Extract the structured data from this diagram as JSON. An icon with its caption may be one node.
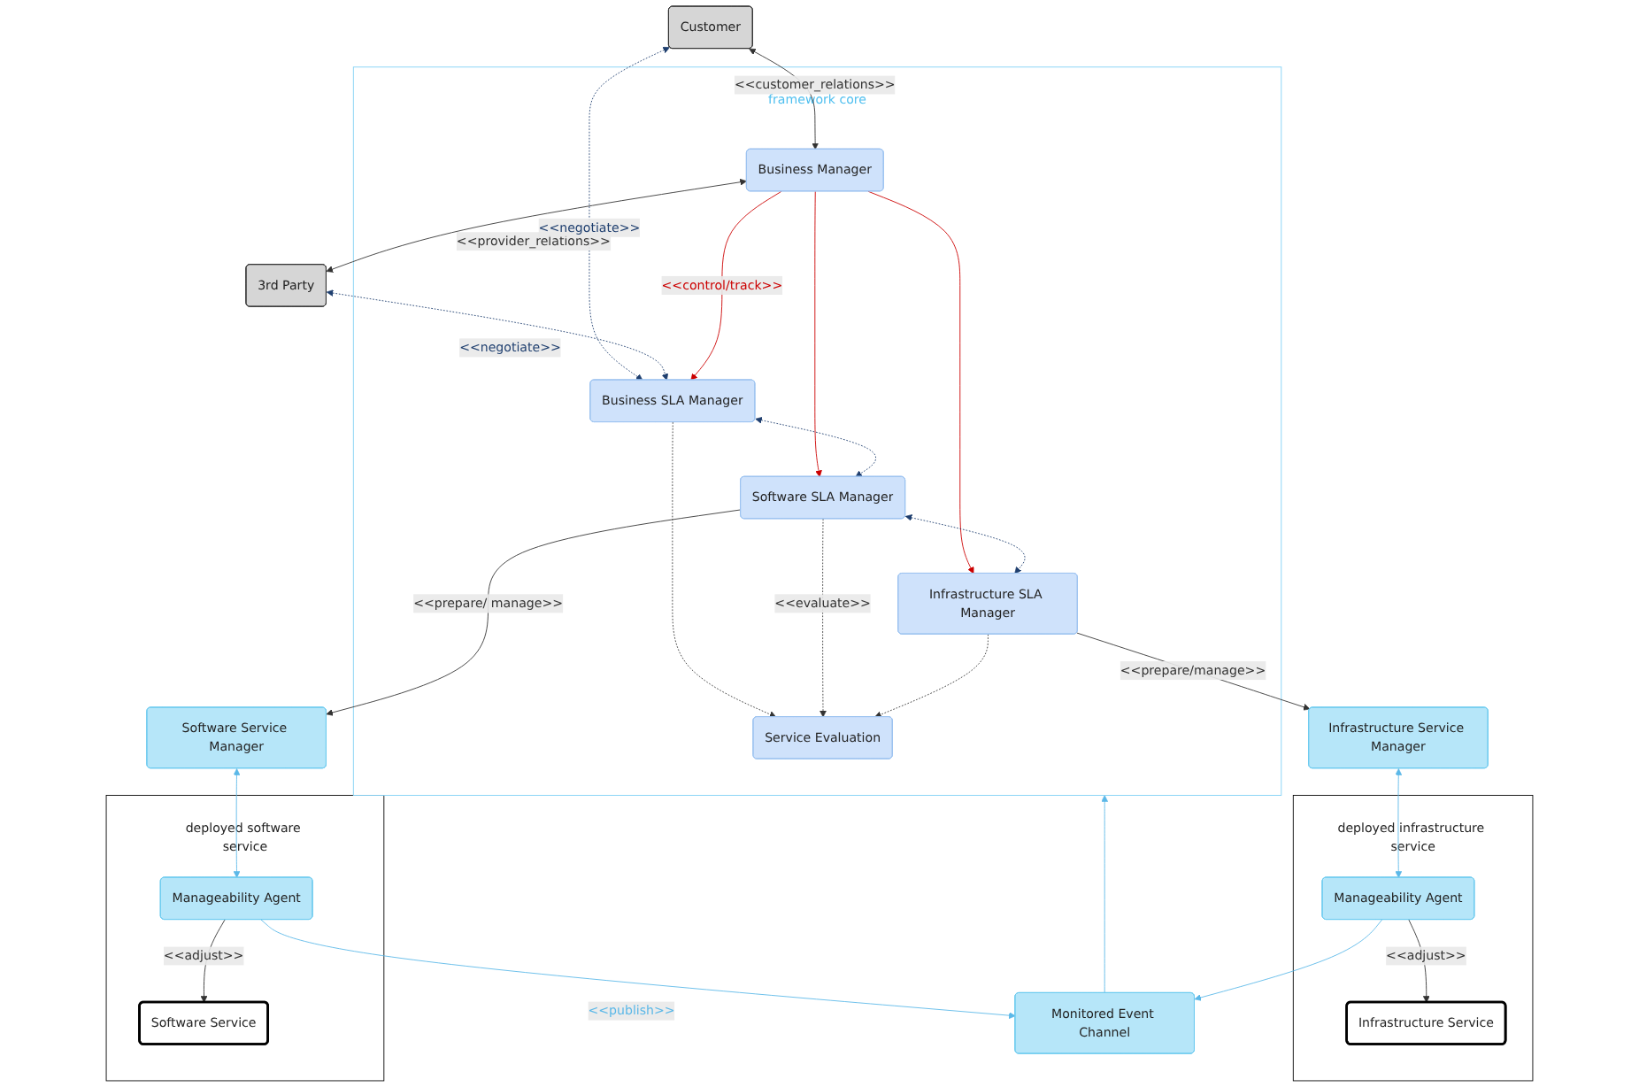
{
  "diagram": {
    "nodes": [
      {
        "text": [
          "framework core"
        ]
      },
      {
        "text": [
          "Customer"
        ]
      },
      {
        "text": [
          "Business Manager"
        ],
        "in": 0
      },
      {
        "text": [
          "3rd Party"
        ]
      },
      {
        "text": [
          "Business SLA Manager"
        ],
        "in": 0
      },
      {
        "text": [
          "Software SLA Manager"
        ],
        "in": 0
      },
      {
        "text": [
          "Service Evaluation"
        ],
        "in": 0
      },
      {
        "text": [
          "Infrastructure SLA Manager"
        ],
        "in": 0
      },
      {
        "text": [
          "Software Service Manager"
        ]
      },
      {
        "text": [
          "Monitored Event Channel"
        ]
      },
      {
        "text": [
          "Infrastructure Service Manager"
        ]
      },
      {
        "text": [
          "deployed software service"
        ]
      },
      {
        "text": [
          "Manageability Agent"
        ],
        "in": 11
      },
      {
        "text": [
          "Software Service"
        ],
        "in": 11
      },
      {
        "text": [
          "deployed infrastructure service"
        ]
      },
      {
        "text": [
          "Manageability Agent"
        ],
        "in": 14
      },
      {
        "text": [
          "Infrastructure Service"
        ],
        "in": 14
      }
    ],
    "edges": [
      {
        "from": 1,
        "to": 2,
        "arrow": "both",
        "label": "<<customer_relations>>"
      },
      {
        "from": 2,
        "to": 3,
        "arrow": "both",
        "label": "<<provider_relations>>"
      },
      {
        "from": 1,
        "to": 4,
        "arrow": "both",
        "label": "<<negotiate>>",
        "style": "dashed",
        "color": "#1f3f6f"
      },
      {
        "from": 3,
        "to": 4,
        "arrow": "both",
        "label": "<<negotiate>>",
        "style": "dashed",
        "color": "#1f3f6f"
      },
      {
        "from": 2,
        "to": 4,
        "arrow": "to",
        "label": "<<control/track>>",
        "color": "#cc0000"
      },
      {
        "from": 2,
        "to": 5,
        "arrow": "to",
        "color": "#cc0000"
      },
      {
        "from": 2,
        "to": 7,
        "arrow": "to",
        "color": "#cc0000"
      },
      {
        "from": 4,
        "to": 5,
        "arrow": "both",
        "style": "dashed",
        "color": "#1f3f6f"
      },
      {
        "from": 5,
        "to": 7,
        "arrow": "both",
        "style": "dashed",
        "color": "#1f3f6f"
      },
      {
        "from": 4,
        "to": 6,
        "arrow": "to",
        "style": "dashed"
      },
      {
        "from": 5,
        "to": 6,
        "arrow": "to",
        "style": "dashed",
        "label": "<<evaluate>>"
      },
      {
        "from": 7,
        "to": 6,
        "arrow": "to",
        "style": "dashed"
      },
      {
        "from": 5,
        "to": 8,
        "arrow": "to",
        "label": "<<prepare/ manage>>"
      },
      {
        "from": 7,
        "to": 10,
        "arrow": "to",
        "label": "<<prepare/manage>>"
      },
      {
        "from": 8,
        "to": 12,
        "arrow": "both",
        "color": "#5bb8e8"
      },
      {
        "from": 10,
        "to": 15,
        "arrow": "both",
        "color": "#5bb8e8"
      },
      {
        "from": 12,
        "to": 9,
        "arrow": "to",
        "label": "<<publish>>",
        "color": "#5bb8e8"
      },
      {
        "from": 15,
        "to": 9,
        "arrow": "to",
        "color": "#5bb8e8"
      },
      {
        "from": 9,
        "to": 0,
        "arrow": "to",
        "color": "#5bb8e8"
      },
      {
        "from": 12,
        "to": 13,
        "arrow": "to",
        "label": "<<adjust>>"
      },
      {
        "from": 15,
        "to": 16,
        "arrow": "to",
        "label": "<<adjust>>"
      }
    ]
  }
}
